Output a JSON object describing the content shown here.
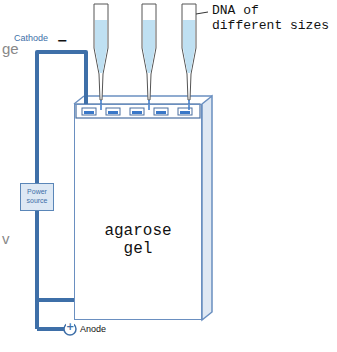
{
  "diagram": {
    "nodes": [
      {
        "text": [
          "Power source"
        ]
      },
      {
        "text": [
          "agarose gel"
        ]
      }
    ],
    "edges": [
      {
        "from": 0,
        "to": 1,
        "arrow": "none"
      },
      {
        "from": 0,
        "to": 1,
        "arrow": "none"
      }
    ],
    "labels": [
      "DNA of different sizes",
      "Cathode",
      "−",
      "+",
      "Anode",
      "ge",
      "v"
    ]
  }
}
